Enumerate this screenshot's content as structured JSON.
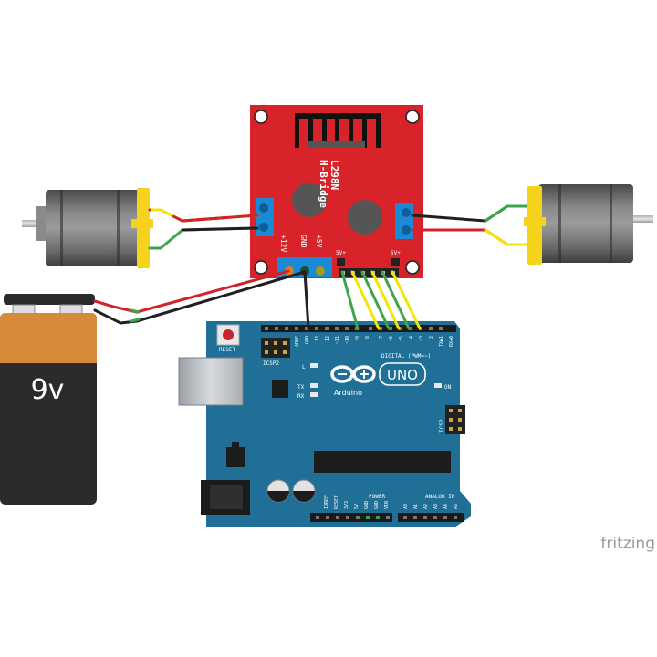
{
  "driver": {
    "chip": "L298N",
    "title": "H-Bridge",
    "pin_12v": "+12V",
    "pin_gnd": "GND",
    "pin_5v": "+5V",
    "pin_5v_left": "5V+",
    "pin_5v_right": "5V+"
  },
  "battery": {
    "label": "9v"
  },
  "arduino": {
    "reset": "RESET",
    "icsp2": "ICSP2",
    "icsp": "ICSP",
    "aref": "AREF",
    "gnd": "GND",
    "digital": "DIGITAL (PWM=~)",
    "pin_13": "13",
    "pin_12": "12",
    "pin_11": "~11",
    "pin_10": "~10",
    "pin_9": "~9",
    "pin_8": "8",
    "pin_7": "7",
    "pin_6": "~6",
    "pin_5": "~5",
    "pin_4": "4",
    "pin_3": "~3",
    "pin_2": "2",
    "tx1": "TX▶1",
    "rx0": "RX◀0",
    "led_l": "L",
    "led_tx": "TX",
    "led_rx": "RX",
    "on": "ON",
    "brand": "Arduino",
    "model": "UNO",
    "power": "POWER",
    "analog_in": "ANALOG IN",
    "ioref": "IOREF",
    "reset_hdr": "RESET",
    "p3v3": "3V3",
    "p5v": "5V",
    "pgnd1": "GND",
    "pgnd2": "GND",
    "vin": "VIN",
    "a0": "A0",
    "a1": "A1",
    "a2": "A2",
    "a3": "A3",
    "a4": "A4",
    "a5": "A5"
  },
  "watermark": "fritzing",
  "colors": {
    "wire_red": "#d2232a",
    "wire_black": "#231f20",
    "wire_green": "#3ca54a",
    "wire_yellow": "#f2e600",
    "board_red": "#d8232a",
    "board_teal": "#1f6f97",
    "motor_yellow": "#f5d21c"
  }
}
